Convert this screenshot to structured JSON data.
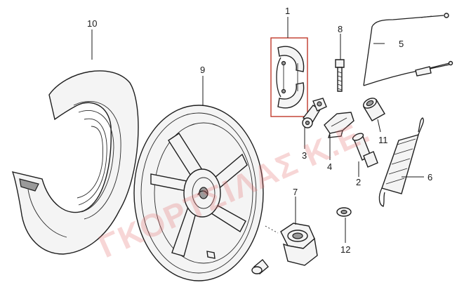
{
  "watermark": "ΓΚΟΡΤΣΙΛΑΣ Κ.Ε.",
  "callouts": {
    "p1": "1",
    "p2": "2",
    "p3": "3",
    "p4": "4",
    "p5": "5",
    "p6": "6",
    "p7": "7",
    "p8": "8",
    "p9": "9",
    "p10": "10",
    "p11": "11",
    "p12": "12"
  },
  "colors": {
    "line": "#1e1e1e",
    "watermark": "#e26a6a",
    "frame": "#c0392b"
  }
}
